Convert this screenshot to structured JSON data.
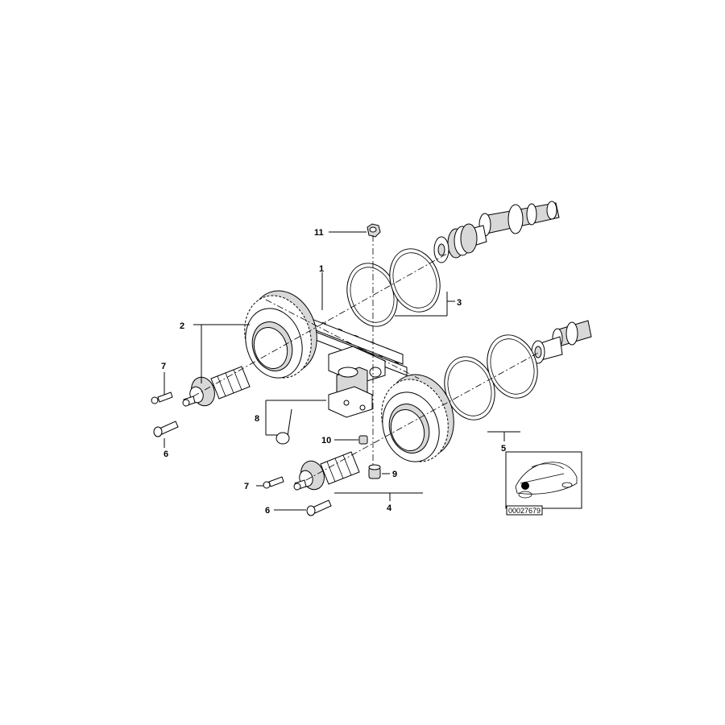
{
  "callouts": {
    "c1": "1",
    "c2": "2",
    "c3": "3",
    "c4": "4",
    "c5": "5",
    "c6a": "6",
    "c6b": "6",
    "c7a": "7",
    "c7b": "7",
    "c8": "8",
    "c9": "9",
    "c10": "10",
    "c11": "11"
  },
  "reference_number": "00027679",
  "icons": {
    "thumbnail": "car-location-icon"
  }
}
